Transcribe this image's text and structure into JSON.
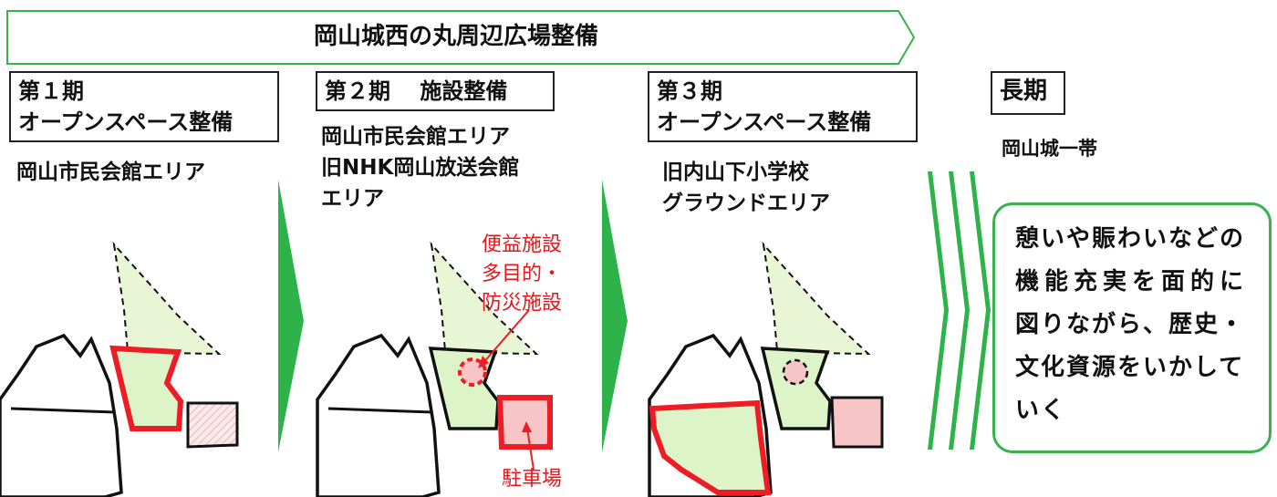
{
  "banner": {
    "title": "岡山城西の丸周辺広場整備"
  },
  "phases": [
    {
      "title_line1": "第１期",
      "title_line2": "オープンスペース整備",
      "area": "岡山市民会館エリア"
    },
    {
      "title": "第２期　 施設整備",
      "area": "岡山市民会館エリア\n旧NHK岡山放送会館\nエリア",
      "label_facility": "便益施設\n多目的・\n防災施設",
      "label_parking": "駐車場"
    },
    {
      "title_line1": "第３期",
      "title_line2": "オープンスペース整備",
      "area": "旧内山下小学校\nグラウンドエリア"
    },
    {
      "title": "長期",
      "area": "岡山城一帯",
      "summary_lines": [
        "憩いや賑わいなどの",
        "機能充実を面的に",
        "図りながら、歴史・",
        "文化資源をいかして",
        "いく"
      ]
    }
  ],
  "colors": {
    "accent_green": "#2db34a",
    "highlight_red": "#ee1c25",
    "area_fill": "#ddf3c8",
    "parking_fill": "#f7c5c5",
    "border_dark": "#222222"
  }
}
